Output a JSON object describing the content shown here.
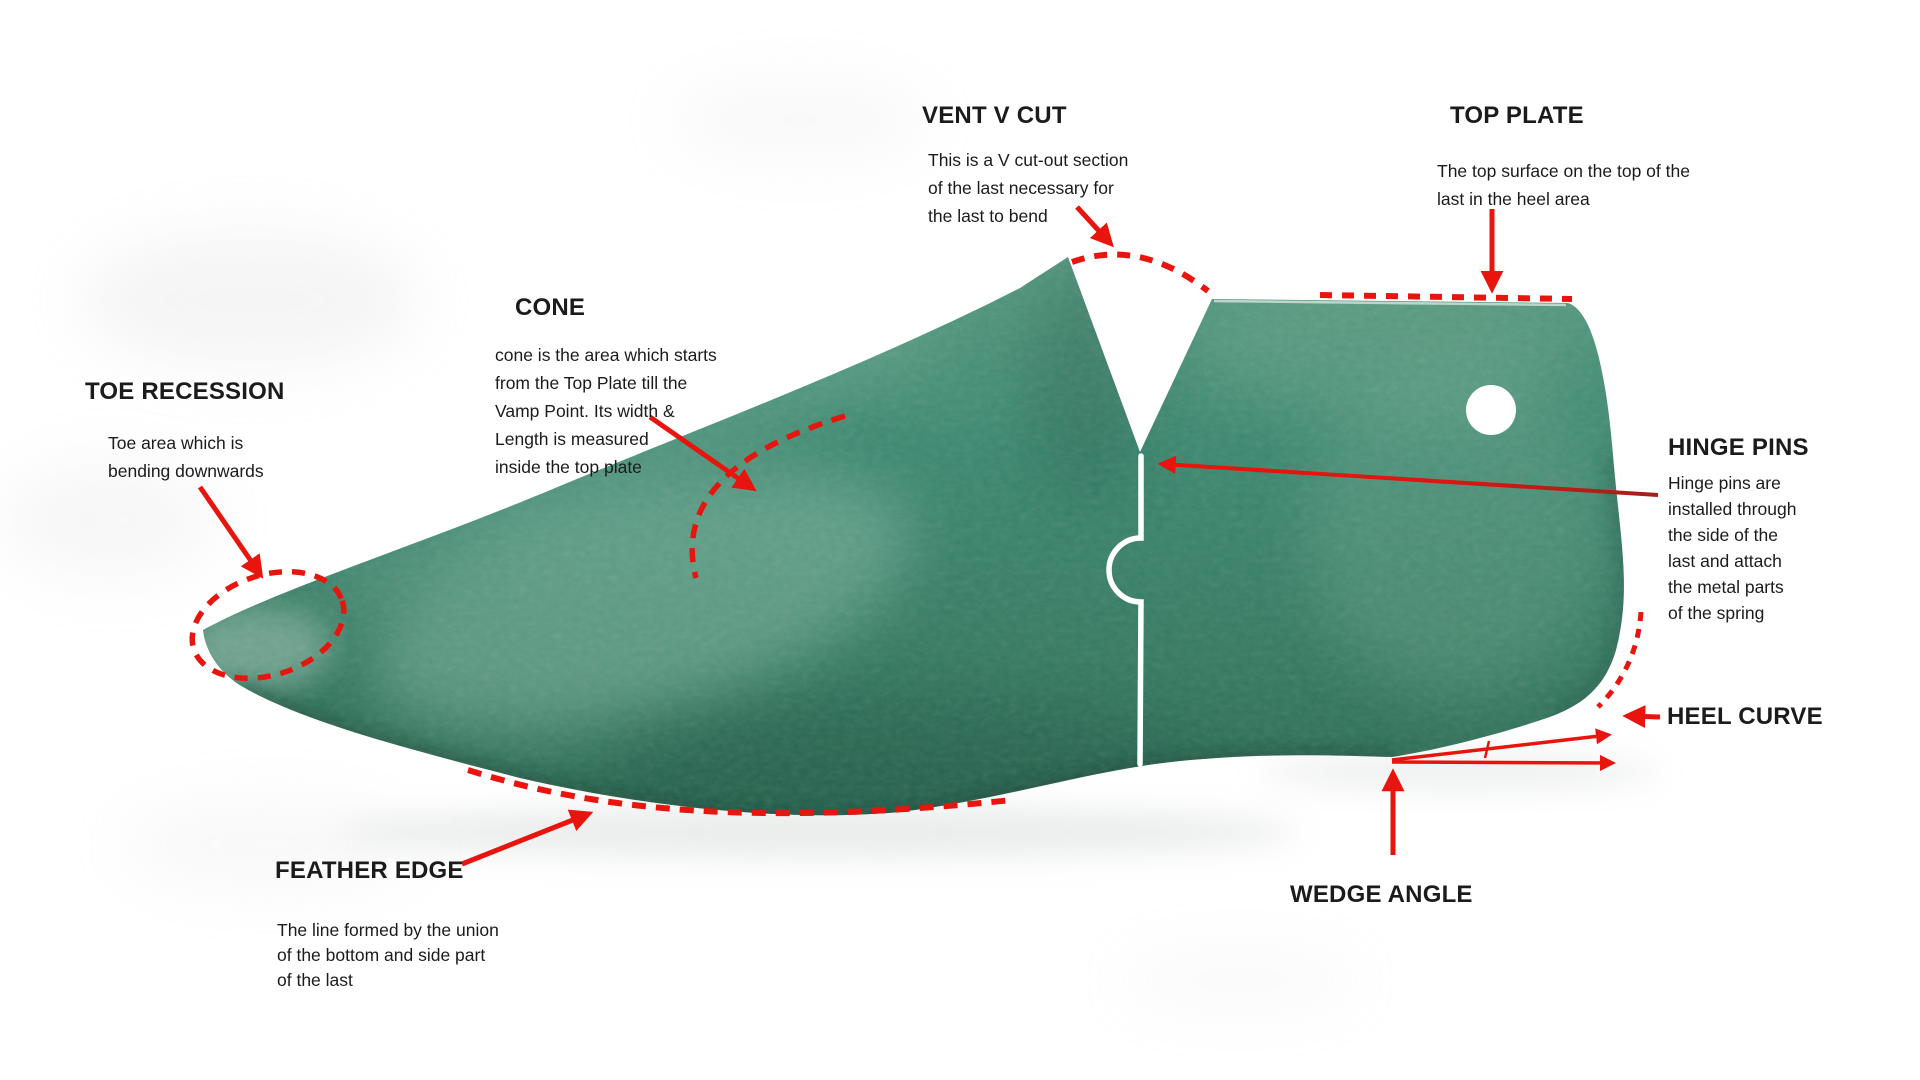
{
  "colors": {
    "last_green": "#3c8870",
    "annotation_red": "#e8150e",
    "text": "#1b1b1b",
    "background": "#ffffff"
  },
  "labels": {
    "toe_recession": {
      "title": "TOE RECESSION",
      "description": [
        "Toe area which is",
        "bending downwards"
      ]
    },
    "cone": {
      "title": "CONE",
      "description": [
        "cone is the area which starts",
        "from the Top Plate till the",
        "Vamp Point. Its width &",
        "Length is measured",
        "inside the top plate"
      ]
    },
    "vent_v_cut": {
      "title": "VENT V CUT",
      "description": [
        "This is a V cut-out section",
        "of the last necessary for",
        "the last to bend"
      ]
    },
    "top_plate": {
      "title": "TOP PLATE",
      "description": [
        "The top surface on the top of the",
        "last in the heel area"
      ]
    },
    "hinge_pins": {
      "title": "HINGE PINS",
      "description": [
        "Hinge pins are",
        "installed through",
        "the side of the",
        "last and attach",
        "the metal parts",
        "of the spring"
      ]
    },
    "heel_curve": {
      "title": "HEEL CURVE"
    },
    "wedge_angle": {
      "title": "WEDGE ANGLE"
    },
    "feather_edge": {
      "title": "FEATHER EDGE",
      "description": [
        "The line formed by the union",
        "of the bottom and side part",
        "of the last"
      ]
    }
  }
}
